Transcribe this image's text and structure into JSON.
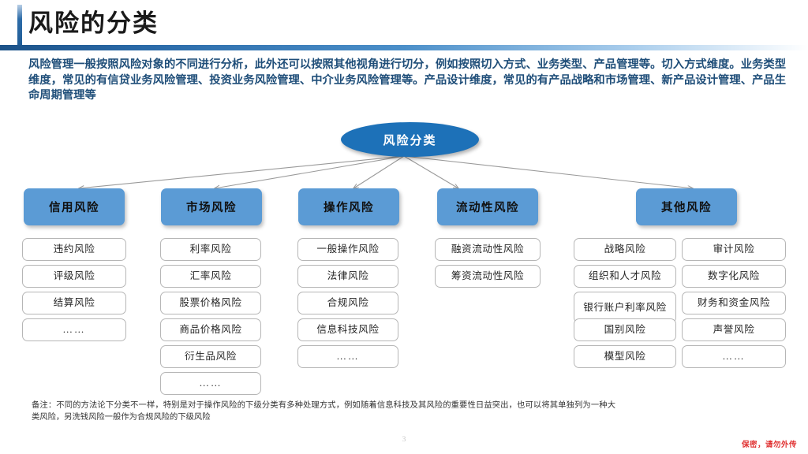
{
  "slide": {
    "title": "风险的分类",
    "intro": "风险管理一般按照风险对象的不同进行分析，此外还可以按照其他视角进行切分，例如按照切入方式、业务类型、产品管理等。切入方式维度。业务类型维度，常见的有信贷业务风险管理、投资业务风险管理、中介业务风险管理等。产品设计维度，常见的有产品战略和市场管理、新产品设计管理、产品生命周期管理等",
    "footnote": "备注：不同的方法论下分类不一样，特别是对于操作风险的下级分类有多种处理方式，例如随着信息科技及其风险的重要性日益突出，也可以将其单独列为一种大类风险，另洗钱风险一般作为合规风险的下级风险",
    "page_number": "3",
    "confidential": "保密，请勿外传"
  },
  "colors": {
    "root_fill": "#1D71B8",
    "header_fill": "#5B9BD5",
    "title_text": "#1A1A1A",
    "intro_text": "#1F4E79",
    "leaf_border": "#B6B6B6",
    "connector": "#9A9A9A",
    "confidential_text": "#E03030",
    "underline_start": "#1C5288",
    "underline_end": "#FFFFFF"
  },
  "diagram": {
    "root": {
      "label": "风险分类"
    },
    "categories": [
      {
        "label": "信用风险",
        "items": [
          "违约风险",
          "评级风险",
          "结算风险",
          "……"
        ]
      },
      {
        "label": "市场风险",
        "items": [
          "利率风险",
          "汇率风险",
          "股票价格风险",
          "商品价格风险",
          "衍生品风险",
          "……"
        ]
      },
      {
        "label": "操作风险",
        "items": [
          "一般操作风险",
          "法律风险",
          "合规风险",
          "信息科技风险",
          "……"
        ]
      },
      {
        "label": "流动性风险",
        "items": [
          "融资流动性风险",
          "筹资流动性风险"
        ]
      },
      {
        "label": "其他风险",
        "items_left": [
          "战略风险",
          "组织和人才风险",
          "银行账户利率风险",
          "国别风险",
          "模型风险"
        ],
        "items_right": [
          "审计风险",
          "数字化风险",
          "财务和资金风险",
          "声誉风险",
          "……"
        ]
      }
    ]
  }
}
